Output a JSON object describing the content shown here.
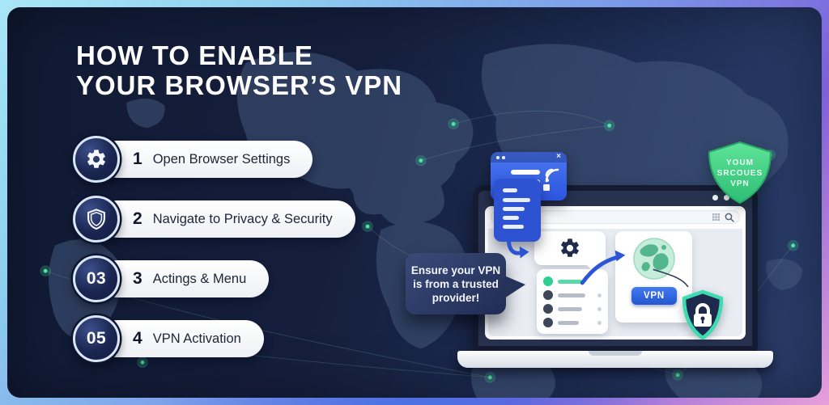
{
  "header": {
    "title_line1": "HOW TO ENABLE",
    "title_line2": "YOUR BROWSER’S VPN"
  },
  "steps": [
    {
      "number": "1",
      "label": "Open Browser Settings",
      "icon": "gear-icon",
      "badge": ""
    },
    {
      "number": "2",
      "label": "Navigate to Privacy & Security",
      "icon": "shield-icon",
      "badge": ""
    },
    {
      "number": "3",
      "label": "Actings & Menu",
      "icon": "",
      "badge": "03"
    },
    {
      "number": "4",
      "label": "VPN Activation",
      "icon": "",
      "badge": "05"
    }
  ],
  "callout": {
    "line1": "Ensure your VPN",
    "line2": "is from a trusted",
    "line3": "provider!"
  },
  "laptop_illustration": {
    "vpn_button_label": "VPN",
    "popup_close_glyph": "×"
  },
  "vpn_shield_badge": {
    "line1": "YOUM",
    "line2": "SRCOUES",
    "line3": "VPN"
  },
  "colors": {
    "border_gradient_top": "#a9e6f6",
    "border_gradient_bottom": "#e79fd9",
    "card_navy": "#151e3a",
    "accent_blue": "#2b55d4",
    "accent_green": "#35d9a0",
    "badge_green": "#3ecb82",
    "map_landmass": "#44587c"
  }
}
